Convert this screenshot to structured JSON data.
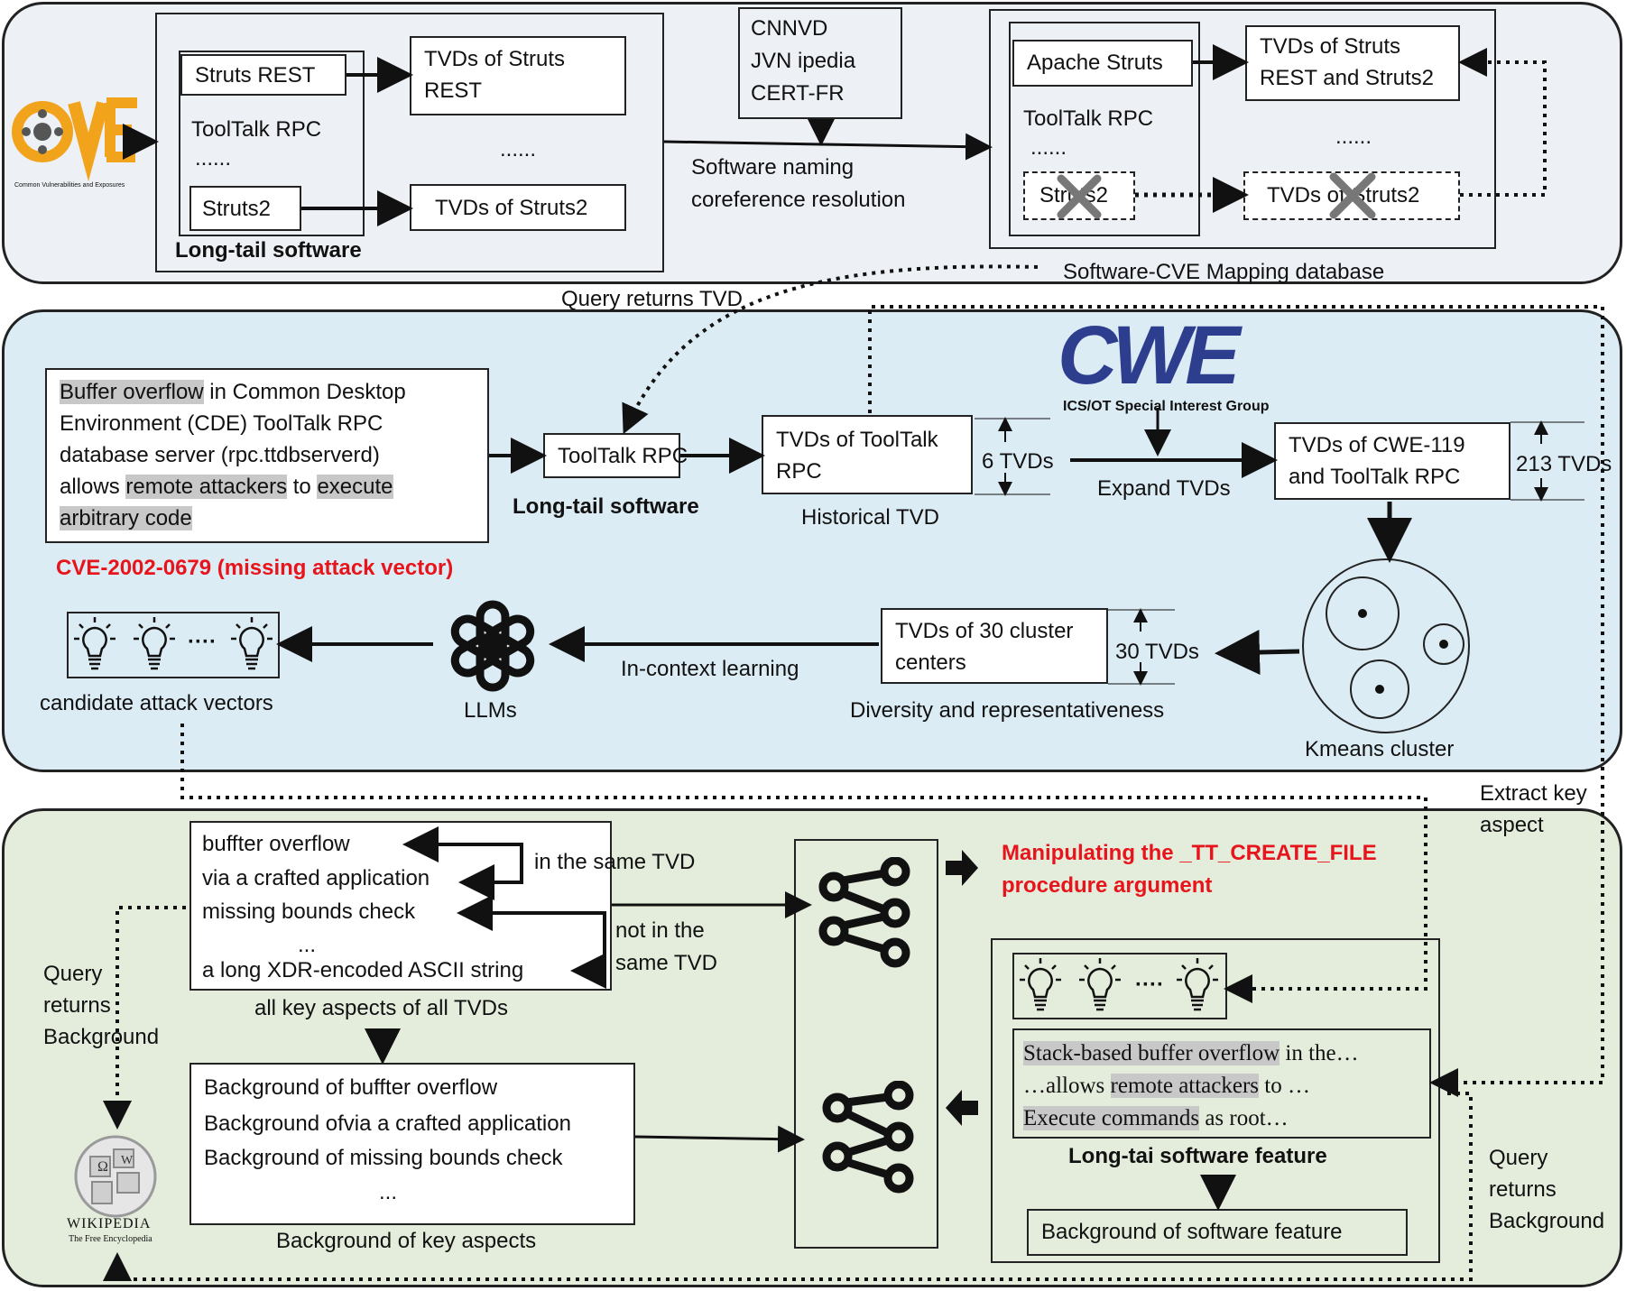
{
  "panel1": {
    "long_tail": {
      "item1": "Struts REST",
      "item2": "ToolTalk RPC",
      "ellipsis": "......",
      "item3": "Struts2",
      "caption": "Long-tail software"
    },
    "tvd1": "TVDs of Struts REST",
    "tvd_ellipsis": "......",
    "tvd2": "TVDs of Struts2",
    "sources": [
      "CNNVD",
      "JVN ipedia",
      "CERT-FR"
    ],
    "resolution_label": [
      "Software naming",
      "coreference resolution"
    ],
    "mapping": {
      "apache": "Apache Struts",
      "tooltalk": "ToolTalk RPC",
      "ellipsis": "......",
      "struts2": "Struts2",
      "tvd_merged": "TVDs of Struts REST and Struts2",
      "tvd_ellipsis": "......",
      "tvd_struts2": "TVDs of Struts2"
    },
    "db_caption": "Software-CVE Mapping database",
    "query_label": "Query returns TVD",
    "cve_logo_caption": "Common Vulnerabilities and Exposures"
  },
  "panel2": {
    "cve_text": {
      "l1a": "Buffer overflow",
      "l1b": " in Common Desktop",
      "l2": "Environment (CDE) ToolTalk RPC",
      "l3": "database server (rpc.ttdbserverd)",
      "l4a": "allows ",
      "l4b": "remote attackers",
      "l4c": " to ",
      "l4d": "execute",
      "l5": "arbitrary code"
    },
    "cve_id": "CVE-2002-0679 (missing attack vector)",
    "tooltalk": "ToolTalk RPC",
    "long_tail_caption": "Long-tail software",
    "historical": "TVDs of ToolTalk RPC",
    "historical_count": "6 TVDs",
    "historical_caption": "Historical TVD",
    "cwe_logo_text": "CWE",
    "cwe_logo_sub": "ICS/OT Special Interest Group",
    "expand_label": "Expand TVDs",
    "cwe_tvds": "TVDs of CWE-119 and ToolTalk RPC",
    "cwe_count": "213 TVDs",
    "kmeans_caption": "Kmeans cluster",
    "centers": "TVDs of 30 cluster centers",
    "centers_count": "30 TVDs",
    "centers_caption": "Diversity and representativeness",
    "icl_label": "In-context learning",
    "llm_caption": "LLMs",
    "candidate_dots": "····",
    "candidate_caption": "candidate attack vectors",
    "extract_label": [
      "Extract key",
      "aspect"
    ]
  },
  "panel3": {
    "aspects": [
      "buffter overflow",
      "via a crafted application",
      "missing bounds check",
      "...",
      "a long XDR-encoded ASCII string"
    ],
    "same_tvd": "in the same TVD",
    "not_same_tvd": [
      "not in the",
      "same TVD"
    ],
    "aspects_caption": "all key aspects of all TVDs",
    "backgrounds": [
      "Background of buffter overflow",
      "Background ofvia a crafted application",
      "Background of missing bounds check",
      "..."
    ],
    "backgrounds_caption": "Background of key aspects",
    "query_left": [
      "Query",
      "returns",
      "Background"
    ],
    "wiki_name": "WIKIPEDIA",
    "wiki_sub": "The Free Encyclopedia",
    "result": [
      "Manipulating the _TT_CREATE_FILE",
      "procedure argument"
    ],
    "feature_dots": "····",
    "feature_text": {
      "l1a": "Stack-based buffer overflow",
      "l1b": " in the…",
      "l2a": "…allows ",
      "l2b": "remote attackers",
      "l2c": " to …",
      "l3a": "Execute commands",
      "l3b": " as root…"
    },
    "feature_caption": "Long-tai software feature",
    "feature_bg": "Background of software feature",
    "query_right": [
      "Query",
      "returns",
      "Background"
    ]
  },
  "colors": {
    "panel1": "#edf0f5",
    "panel2": "#dcecf5",
    "panel3": "#e4eddc",
    "red": "#e8141b",
    "cve_orange": "#f2a31c",
    "cwe_blue": "#2e3e8f"
  }
}
